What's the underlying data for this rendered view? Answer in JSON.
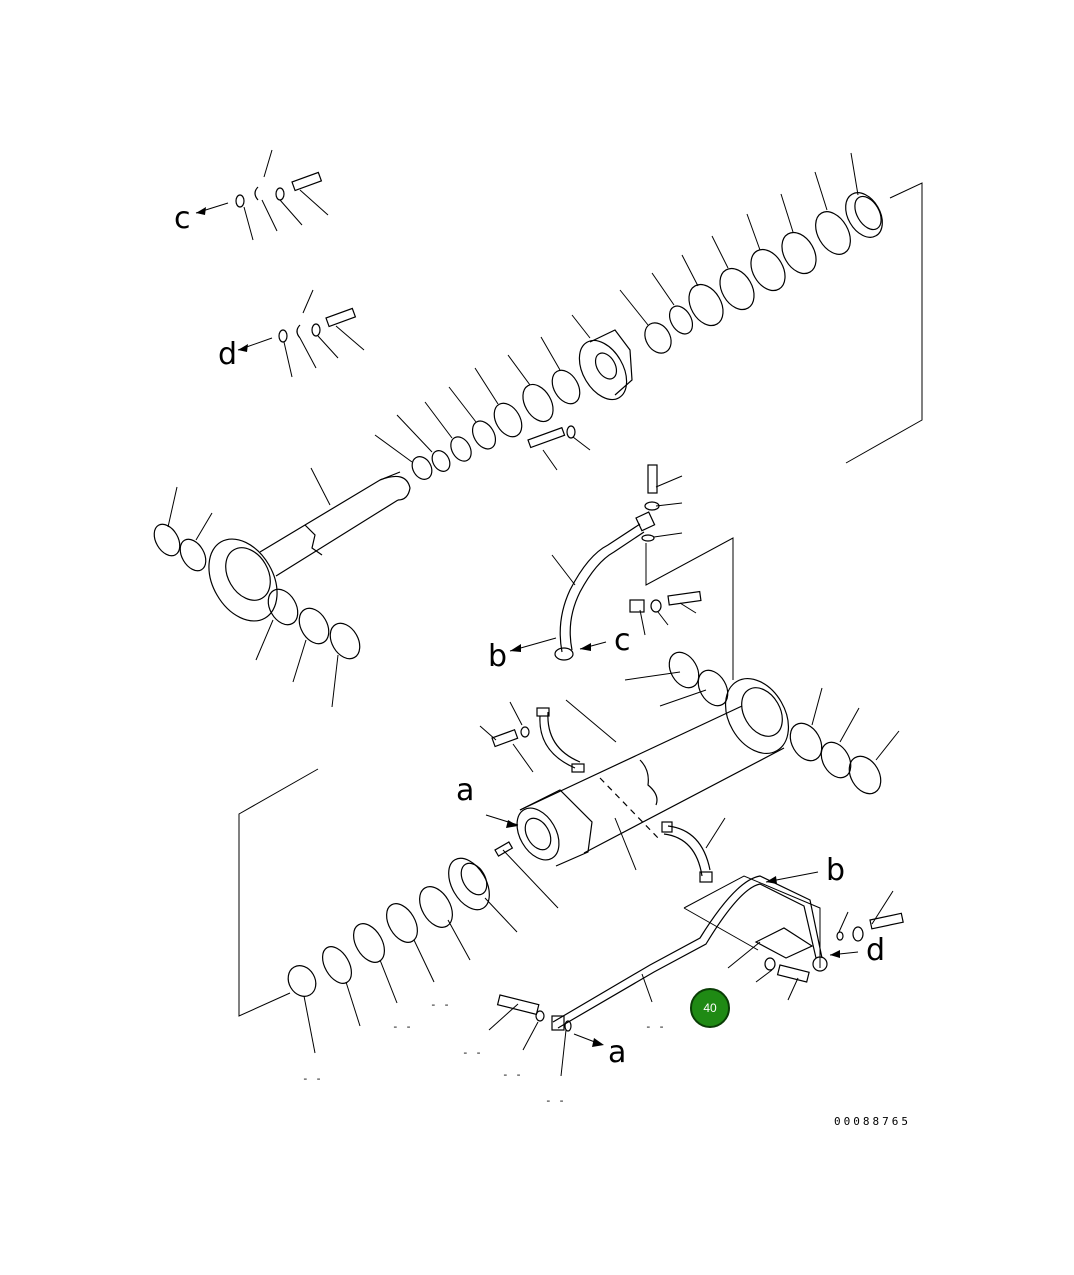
{
  "drawing_code": "00088765",
  "callout_letters": {
    "c_top": "c",
    "d_top": "d",
    "b_mid": "b",
    "c_mid": "c",
    "a_mid": "a",
    "b_low": "b",
    "d_low": "d",
    "a_low": "a"
  },
  "blank_labels": [
    "- -",
    "- -",
    "- -",
    "- -",
    "- -",
    "- -",
    "- -"
  ],
  "marker": {
    "label": "40",
    "color": "#1f8a14"
  }
}
